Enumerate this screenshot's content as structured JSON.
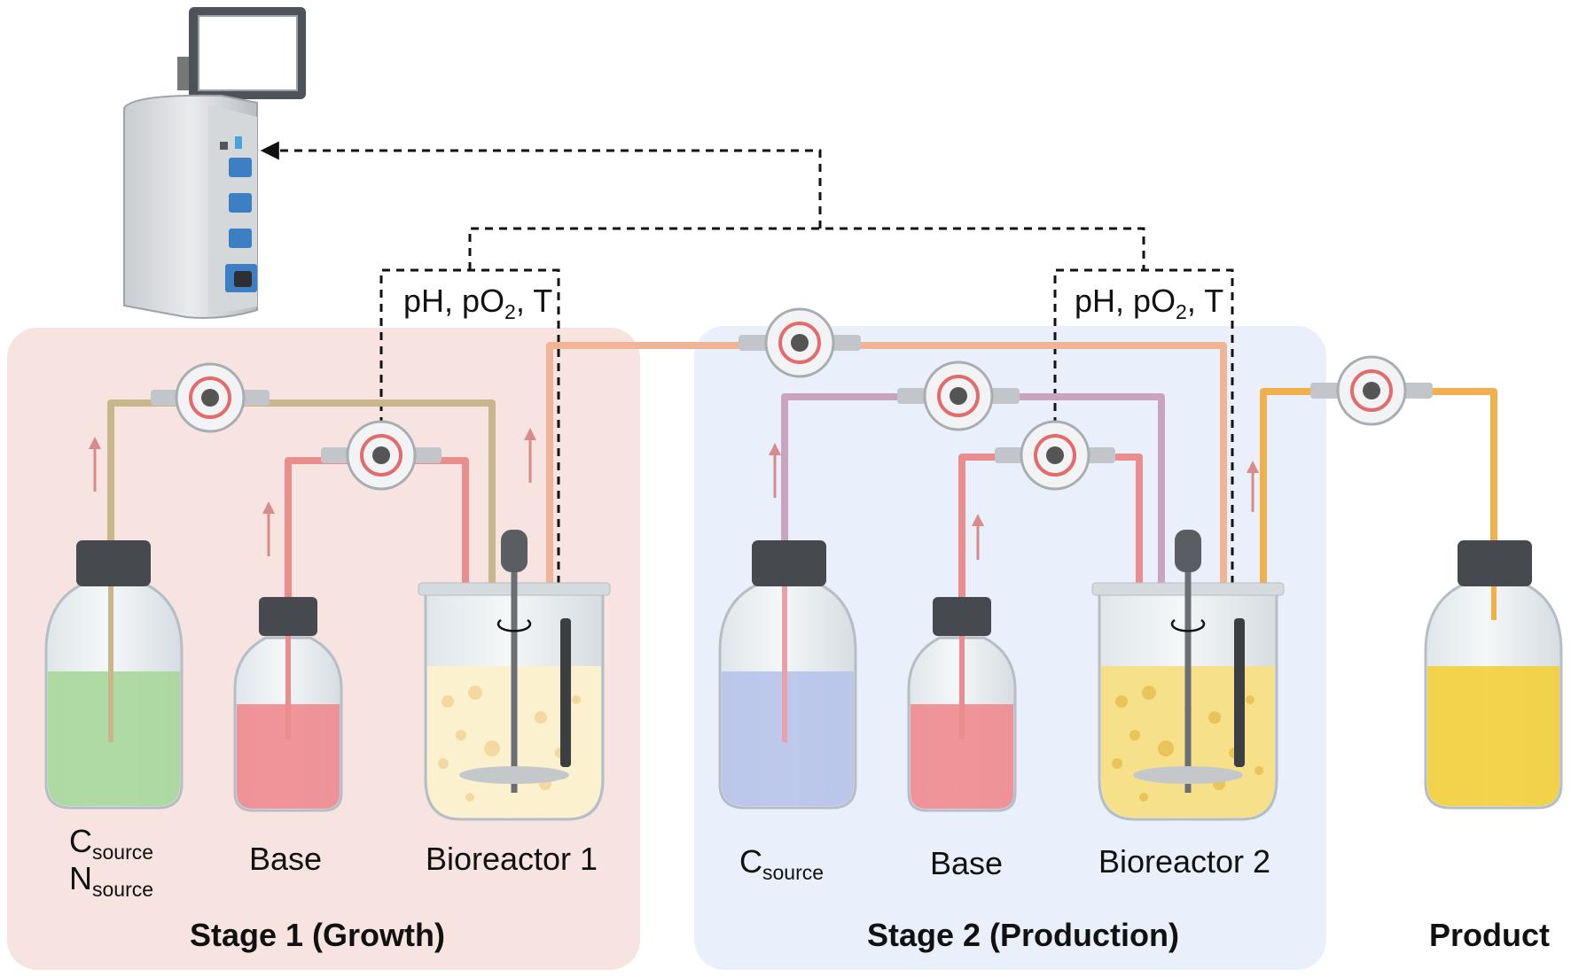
{
  "sensor_label": {
    "prefix": "pH, pO",
    "subscript": "2",
    "suffix": ", T"
  },
  "stage1": {
    "title": "Stage 1 (Growth)",
    "bottle1_line1": {
      "main": "C",
      "sub": "source"
    },
    "bottle1_line2": {
      "main": "N",
      "sub": "source"
    },
    "bottle2": "Base",
    "reactor": "Bioreactor 1"
  },
  "stage2": {
    "title": "Stage 2 (Production)",
    "bottle1": {
      "main": "C",
      "sub": "source"
    },
    "bottle2": "Base",
    "reactor": "Bioreactor 2"
  },
  "product": {
    "title": "Product"
  },
  "colors": {
    "stage1_panel": "#f7e4e0",
    "stage2_panel": "#eaf0fb",
    "carbon_nitrogen_medium": "#a9d79a",
    "base": "#f08a8f",
    "carbon_medium": "#b7c3ea",
    "broth1": "#fbf1cf",
    "broth2": "#f6e08a",
    "product_liquid": "#f4cf3a",
    "tube_growth_feed": "#c9b68a",
    "tube_base": "#ea8d8f",
    "tube_carbon": "#c9a3bf",
    "tube_transfer": "#f2b497",
    "tube_product": "#f0b04c",
    "flow_arrow": "#d98a8a"
  },
  "icons": [
    "controller-unit-icon",
    "peristaltic-pump-icon",
    "stirrer-icon",
    "probe-icon",
    "rotation-arrow-icon",
    "flow-arrow-icon",
    "signal-arrow-icon"
  ]
}
